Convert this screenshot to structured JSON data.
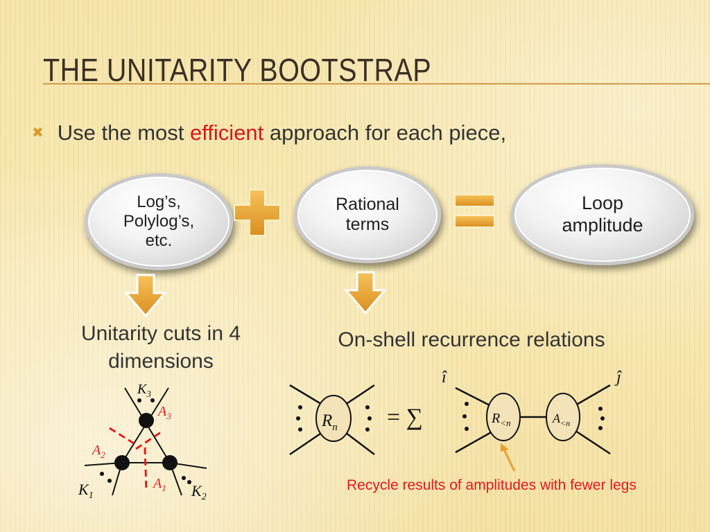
{
  "slide": {
    "title": "THE UNITARITY BOOTSTRAP",
    "bullet": {
      "prefix": "Use the most ",
      "highlight": "efficient",
      "suffix": " approach for each piece,"
    },
    "ovals": {
      "logs": "Log’s,\nPolylog’s,\netc.",
      "rational": "Rational\nterms",
      "loop": "Loop\namplitude"
    },
    "unitarity_cuts": "Unitarity cuts in 4\ndimensions",
    "onshell": "On-shell recurrence relations",
    "recycle_note": "Recycle results of amplitudes with fewer legs",
    "triangle_labels": {
      "k1": "K",
      "k1_sub": "1",
      "k2": "K",
      "k2_sub": "2",
      "k3": "K",
      "k3_sub": "3",
      "a1": "A",
      "a1_sub": "1",
      "a2": "A",
      "a2_sub": "2",
      "a3": "A",
      "a3_sub": "3"
    },
    "recursion_labels": {
      "rn": "R",
      "rn_sub": "n",
      "equals_sum": "= ∑",
      "r_less": "R",
      "r_less_sub": "<n",
      "a_less": "A",
      "a_less_sub": "<n",
      "i_hat": "î",
      "j_hat": "ĵ"
    },
    "colors": {
      "title": "#3b2f25",
      "highlight": "#d8171e",
      "arrow_fill": "#e7a02f",
      "cut_red": "#e0201d",
      "blob_fill": "#f4e2b8"
    }
  }
}
